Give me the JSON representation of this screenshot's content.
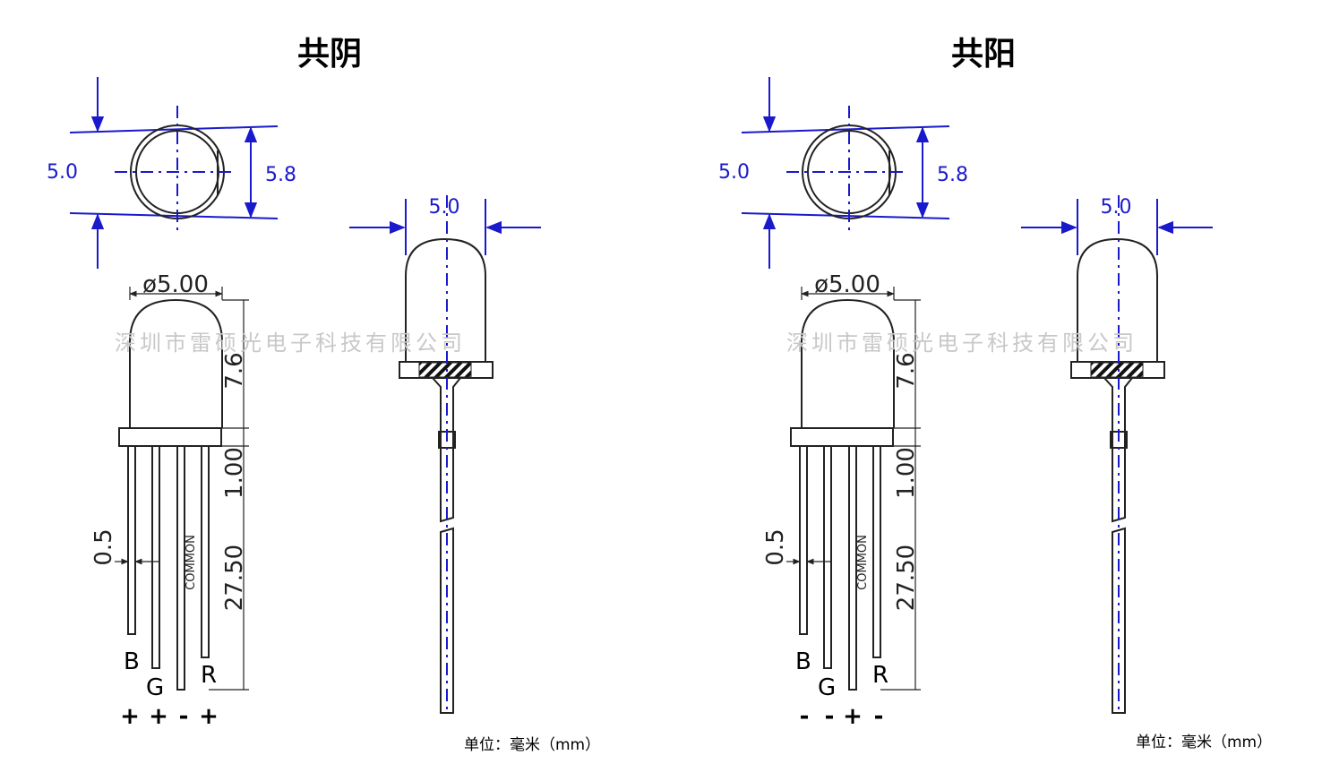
{
  "panels": [
    {
      "title": "共阴",
      "top_dims": {
        "left": "5.0",
        "right": "5.8"
      },
      "side_width": "5.0",
      "body": {
        "diameter": "ø5.00",
        "height": "7.6",
        "flange": "1.00",
        "lead_length": "27.50",
        "lead_pitch": "0.5",
        "common_label": "COMMON"
      },
      "pin_labels": [
        "B",
        "G",
        "R"
      ],
      "signs": [
        "+",
        "+",
        "-",
        "+"
      ],
      "unit_label": "单位：毫米（mm）"
    },
    {
      "title": "共阳",
      "top_dims": {
        "left": "5.0",
        "right": "5.8"
      },
      "side_width": "5.0",
      "body": {
        "diameter": "ø5.00",
        "height": "7.6",
        "flange": "1.00",
        "lead_length": "27.50",
        "lead_pitch": "0.5",
        "common_label": "COMMON"
      },
      "pin_labels": [
        "B",
        "G",
        "R"
      ],
      "signs": [
        "-",
        "-",
        "+",
        "-"
      ],
      "unit_label": "单位：毫米（mm）"
    }
  ],
  "watermark": "深圳市雷硕光电子科技有限公司",
  "colors": {
    "dimension": "#1a1acc",
    "outline": "#222222",
    "watermark": "#c8c8c8"
  }
}
